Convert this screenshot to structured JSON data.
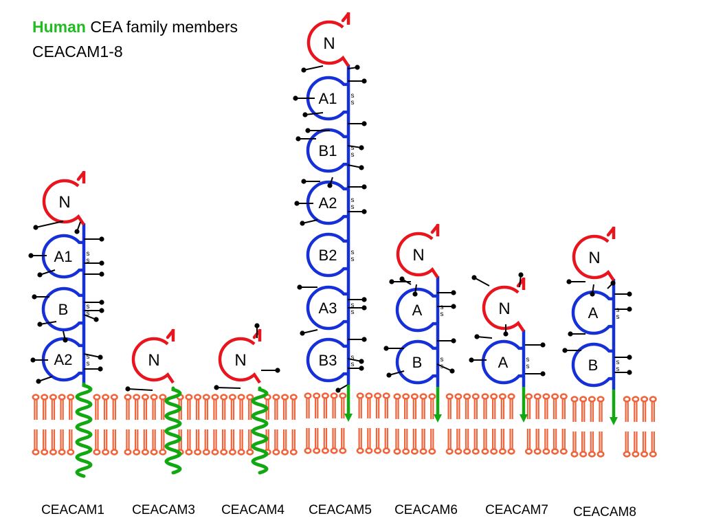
{
  "title": {
    "highlight": "Human",
    "rest": "CEA family members"
  },
  "subtitle": "CEACAM1-8",
  "colors": {
    "n_domain": "#e8141e",
    "ig_domain": "#1630d8",
    "anchor": "#12a812",
    "membrane": "#f0643c",
    "glycan": "#000000"
  },
  "disulfide_label": "s",
  "proteins": [
    {
      "name": "CEACAM1",
      "n_label": "N",
      "domains": [
        "A1",
        "B",
        "A2"
      ],
      "anchor": "transmembrane"
    },
    {
      "name": "CEACAM3",
      "n_label": "N",
      "domains": [],
      "anchor": "transmembrane"
    },
    {
      "name": "CEACAM4",
      "n_label": "N",
      "domains": [],
      "anchor": "transmembrane"
    },
    {
      "name": "CEACAM5",
      "n_label": "N",
      "domains": [
        "A1",
        "B1",
        "A2",
        "B2",
        "A3",
        "B3"
      ],
      "anchor": "GPI"
    },
    {
      "name": "CEACAM6",
      "n_label": "N",
      "domains": [
        "A",
        "B"
      ],
      "anchor": "GPI"
    },
    {
      "name": "CEACAM7",
      "n_label": "N",
      "domains": [
        "A"
      ],
      "anchor": "GPI"
    },
    {
      "name": "CEACAM8",
      "n_label": "N",
      "domains": [
        "A",
        "B"
      ],
      "anchor": "GPI"
    }
  ]
}
